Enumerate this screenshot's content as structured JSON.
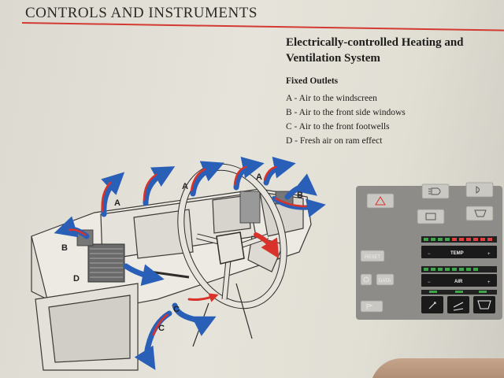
{
  "header": {
    "title": "CONTROLS AND INSTRUMENTS"
  },
  "section": {
    "title": "Electrically-controlled Heating and Ventilation System",
    "subheading": "Fixed Outlets"
  },
  "outlets": [
    "A - Air to the windscreen",
    "B - Air to the front side windows",
    "C - Air to the front footwells",
    "D - Fresh air on ram effect"
  ],
  "diagram": {
    "labels": [
      "A",
      "A",
      "A",
      "B",
      "B",
      "C",
      "C",
      "D"
    ]
  },
  "control_panel": {
    "reset_label": "RESET",
    "data_label": "DATA",
    "temp_label": "TEMP",
    "air_label": "AIR",
    "minus": "−",
    "plus": "+"
  },
  "colors": {
    "accent_rule": "#d23a32",
    "arrow_blue": "#2a5fb8",
    "arrow_red": "#d8322a",
    "panel_gray": "#8d8c88"
  }
}
